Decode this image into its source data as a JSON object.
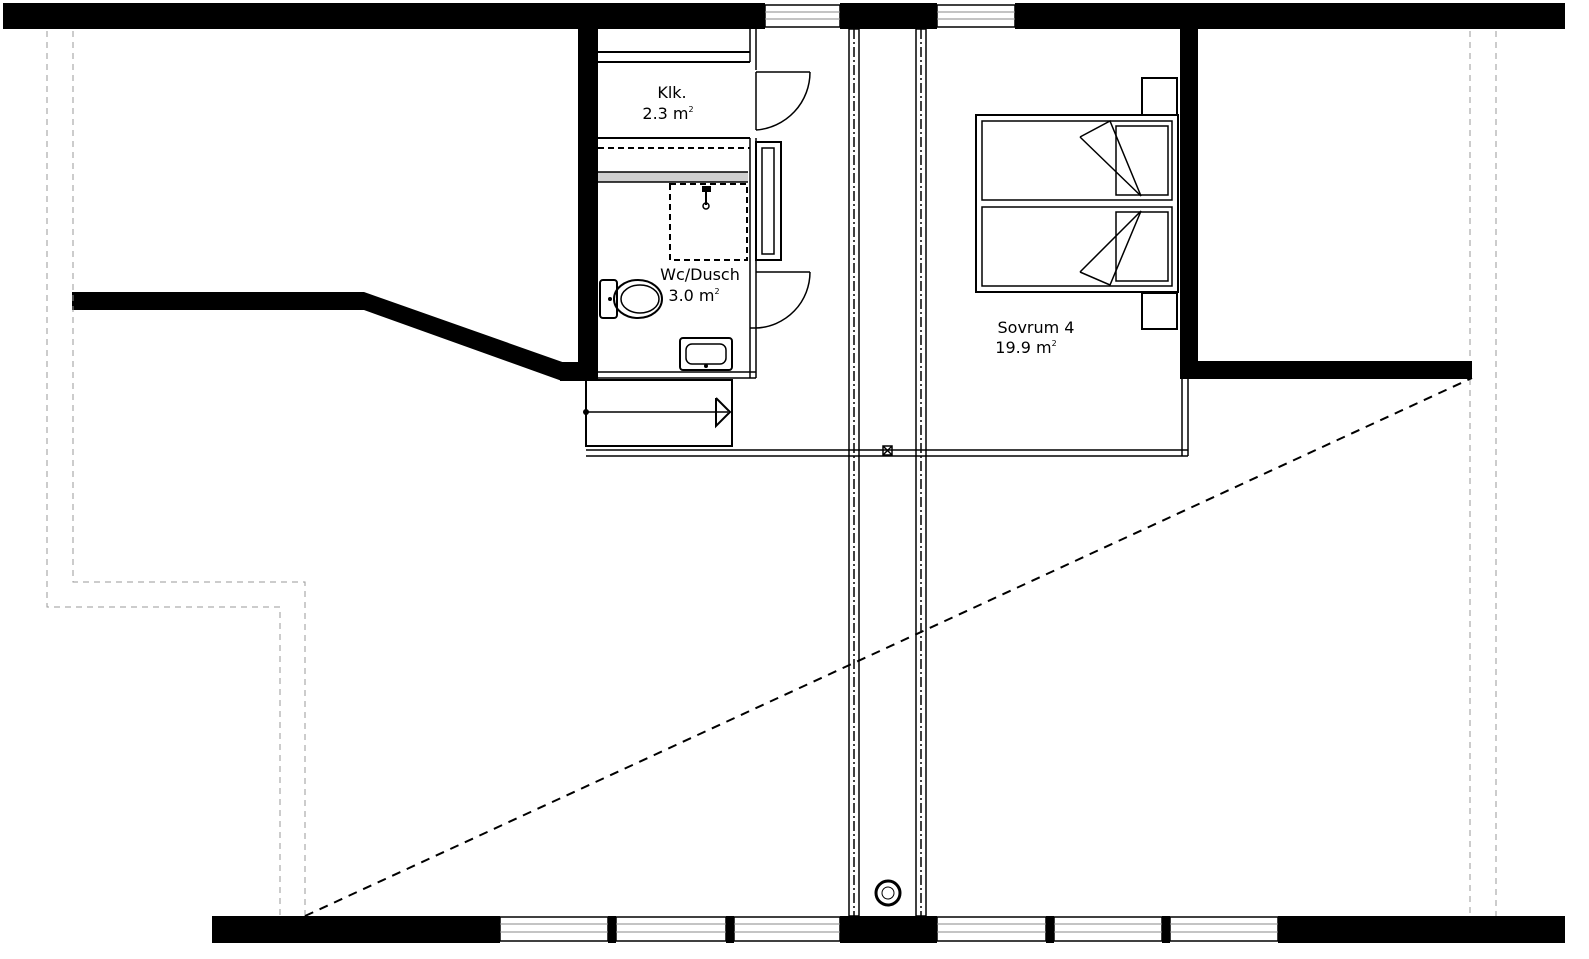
{
  "rooms": {
    "klk": {
      "name": "Klk.",
      "area_value": "2.3 m",
      "area_unit_sup": "2"
    },
    "wc_dusch": {
      "name": "Wc/Dusch",
      "area_value": "3.0 m",
      "area_unit_sup": "2"
    },
    "sovrum4": {
      "name": "Sovrum 4",
      "area_value": "19.9 m",
      "area_unit_sup": "2"
    }
  }
}
